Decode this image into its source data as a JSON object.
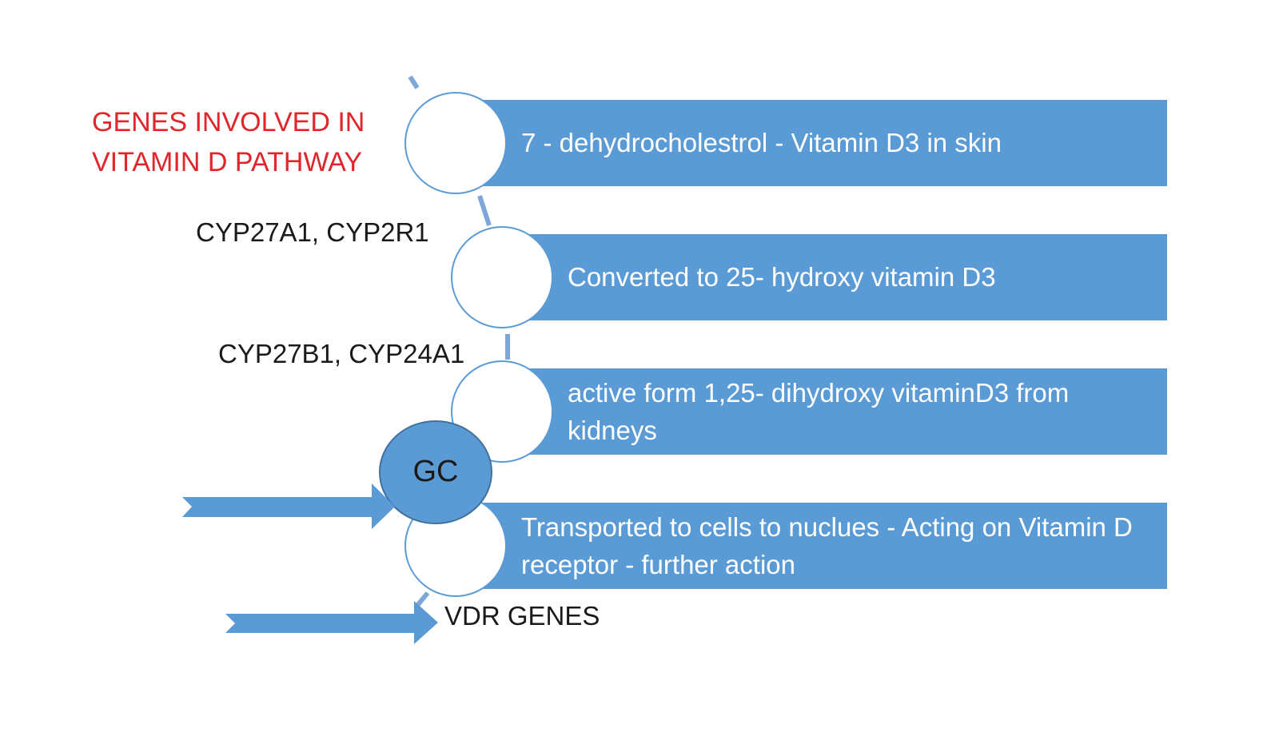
{
  "title": {
    "line1": "GENES INVOLVED IN",
    "line2": "VITAMIN D PATHWAY",
    "color": "#e0252b"
  },
  "steps": [
    {
      "text": "7 - dehydrocholestrol  - Vitamin D3 in skin"
    },
    {
      "text": "Converted to 25- hydroxy vitamin D3"
    },
    {
      "text": "active form 1,25- dihydroxy vitaminD3 from kidneys"
    },
    {
      "text": "Transported to cells to nuclues - Acting on Vitamin D receptor - further action"
    }
  ],
  "genes": {
    "first": "CYP27A1, CYP2R1",
    "second": "CYP27B1, CYP24A1",
    "gc": "GC",
    "vdr": "VDR GENES"
  },
  "colors": {
    "band": "#5b9bd5",
    "circle_border": "#5b9bd5",
    "gc_fill": "#5b9bd5",
    "arrow": "#5b9bd5"
  }
}
